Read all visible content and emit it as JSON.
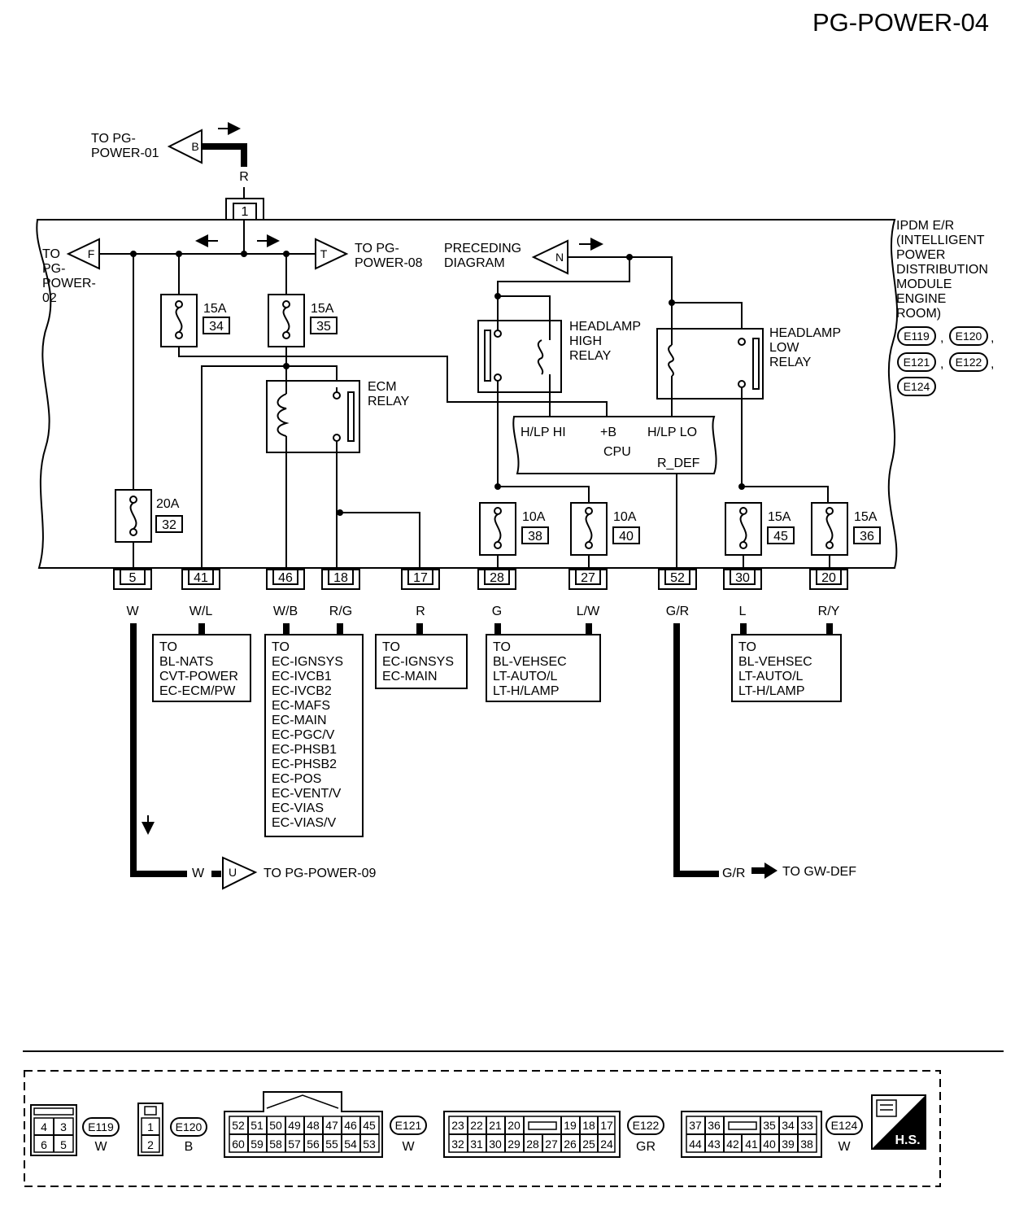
{
  "page_title": "PG-POWER-04",
  "module": {
    "lines": [
      "IPDM E/R",
      "(INTELLIGENT",
      "POWER",
      "DISTRIBUTION",
      "MODULE",
      "ENGINE",
      "ROOM)"
    ]
  },
  "module_connectors": [
    "E119",
    "E120",
    "E121",
    "E122",
    "E124"
  ],
  "sep": ",",
  "top_input": {
    "lines": [
      "TO PG-",
      "POWER-01"
    ],
    "flag": "B",
    "wire": "R",
    "pin": "1"
  },
  "off_left": {
    "lines": [
      "TO",
      "PG-",
      "POWER-",
      "02"
    ],
    "flag": "F"
  },
  "off_right": {
    "lines": [
      "TO PG-",
      "POWER-08"
    ],
    "flag": "T"
  },
  "preceding": {
    "lines": [
      "PRECEDING",
      "DIAGRAM"
    ],
    "flag": "N"
  },
  "fuses": [
    {
      "amp": "15A",
      "num": "34"
    },
    {
      "amp": "15A",
      "num": "35"
    },
    {
      "amp": "20A",
      "num": "32"
    },
    {
      "amp": "10A",
      "num": "38"
    },
    {
      "amp": "10A",
      "num": "40"
    },
    {
      "amp": "15A",
      "num": "45"
    },
    {
      "amp": "15A",
      "num": "36"
    }
  ],
  "relays": {
    "ecm": [
      "ECM",
      "RELAY"
    ],
    "high": [
      "HEADLAMP",
      "HIGH",
      "RELAY"
    ],
    "low": [
      "HEADLAMP",
      "LOW",
      "RELAY"
    ]
  },
  "cpu": {
    "hi": "H/LP HI",
    "b": "+B",
    "lo": "H/LP LO",
    "name": "CPU",
    "rdef": "R_DEF"
  },
  "pins": [
    {
      "num": "5",
      "wire": "W"
    },
    {
      "num": "41",
      "wire": "W/L"
    },
    {
      "num": "46",
      "wire": "W/B"
    },
    {
      "num": "18",
      "wire": "R/G"
    },
    {
      "num": "17",
      "wire": "R"
    },
    {
      "num": "28",
      "wire": "G"
    },
    {
      "num": "27",
      "wire": "L/W"
    },
    {
      "num": "52",
      "wire": "G/R"
    },
    {
      "num": "30",
      "wire": "L"
    },
    {
      "num": "20",
      "wire": "R/Y"
    }
  ],
  "dest_boxes": [
    [
      "TO",
      "BL-NATS",
      "CVT-POWER",
      "EC-ECM/PW"
    ],
    [
      "TO",
      "EC-IGNSYS",
      "EC-IVCB1",
      "EC-IVCB2",
      "EC-MAFS",
      "EC-MAIN",
      "EC-PGC/V",
      "EC-PHSB1",
      "EC-PHSB2",
      "EC-POS",
      "EC-VENT/V",
      "EC-VIAS",
      "EC-VIAS/V"
    ],
    [
      "TO",
      "EC-IGNSYS",
      "EC-MAIN"
    ],
    [
      "TO",
      "BL-VEHSEC",
      "LT-AUTO/L",
      "LT-H/LAMP"
    ],
    [
      "TO",
      "BL-VEHSEC",
      "LT-AUTO/L",
      "LT-H/LAMP"
    ]
  ],
  "bottom_left": {
    "wire": "W",
    "flag": "U",
    "dest": "TO PG-POWER-09"
  },
  "bottom_right": {
    "wire": "G/R",
    "dest": "TO GW-DEF"
  },
  "connector_views": [
    {
      "id": "E119",
      "color": "W",
      "rows": [
        [
          "4",
          "3"
        ],
        [
          "6",
          "5"
        ]
      ]
    },
    {
      "id": "E120",
      "color": "B",
      "rows": [
        [
          "1"
        ],
        [
          "2"
        ]
      ]
    },
    {
      "id": "E121",
      "color": "W",
      "rows": [
        [
          "52",
          "51",
          "50",
          "49",
          "48",
          "47",
          "46",
          "45"
        ],
        [
          "60",
          "59",
          "58",
          "57",
          "56",
          "55",
          "54",
          "53"
        ]
      ]
    },
    {
      "id": "E122",
      "color": "GR",
      "rows": [
        [
          "23",
          "22",
          "21",
          "20",
          "",
          "19",
          "18",
          "17"
        ],
        [
          "32",
          "31",
          "30",
          "29",
          "28",
          "27",
          "26",
          "25",
          "24"
        ]
      ]
    },
    {
      "id": "E124",
      "color": "W",
      "rows": [
        [
          "37",
          "36",
          "",
          "35",
          "34",
          "33"
        ],
        [
          "44",
          "43",
          "42",
          "41",
          "40",
          "39",
          "38"
        ]
      ]
    }
  ],
  "hs_badge": "H.S."
}
